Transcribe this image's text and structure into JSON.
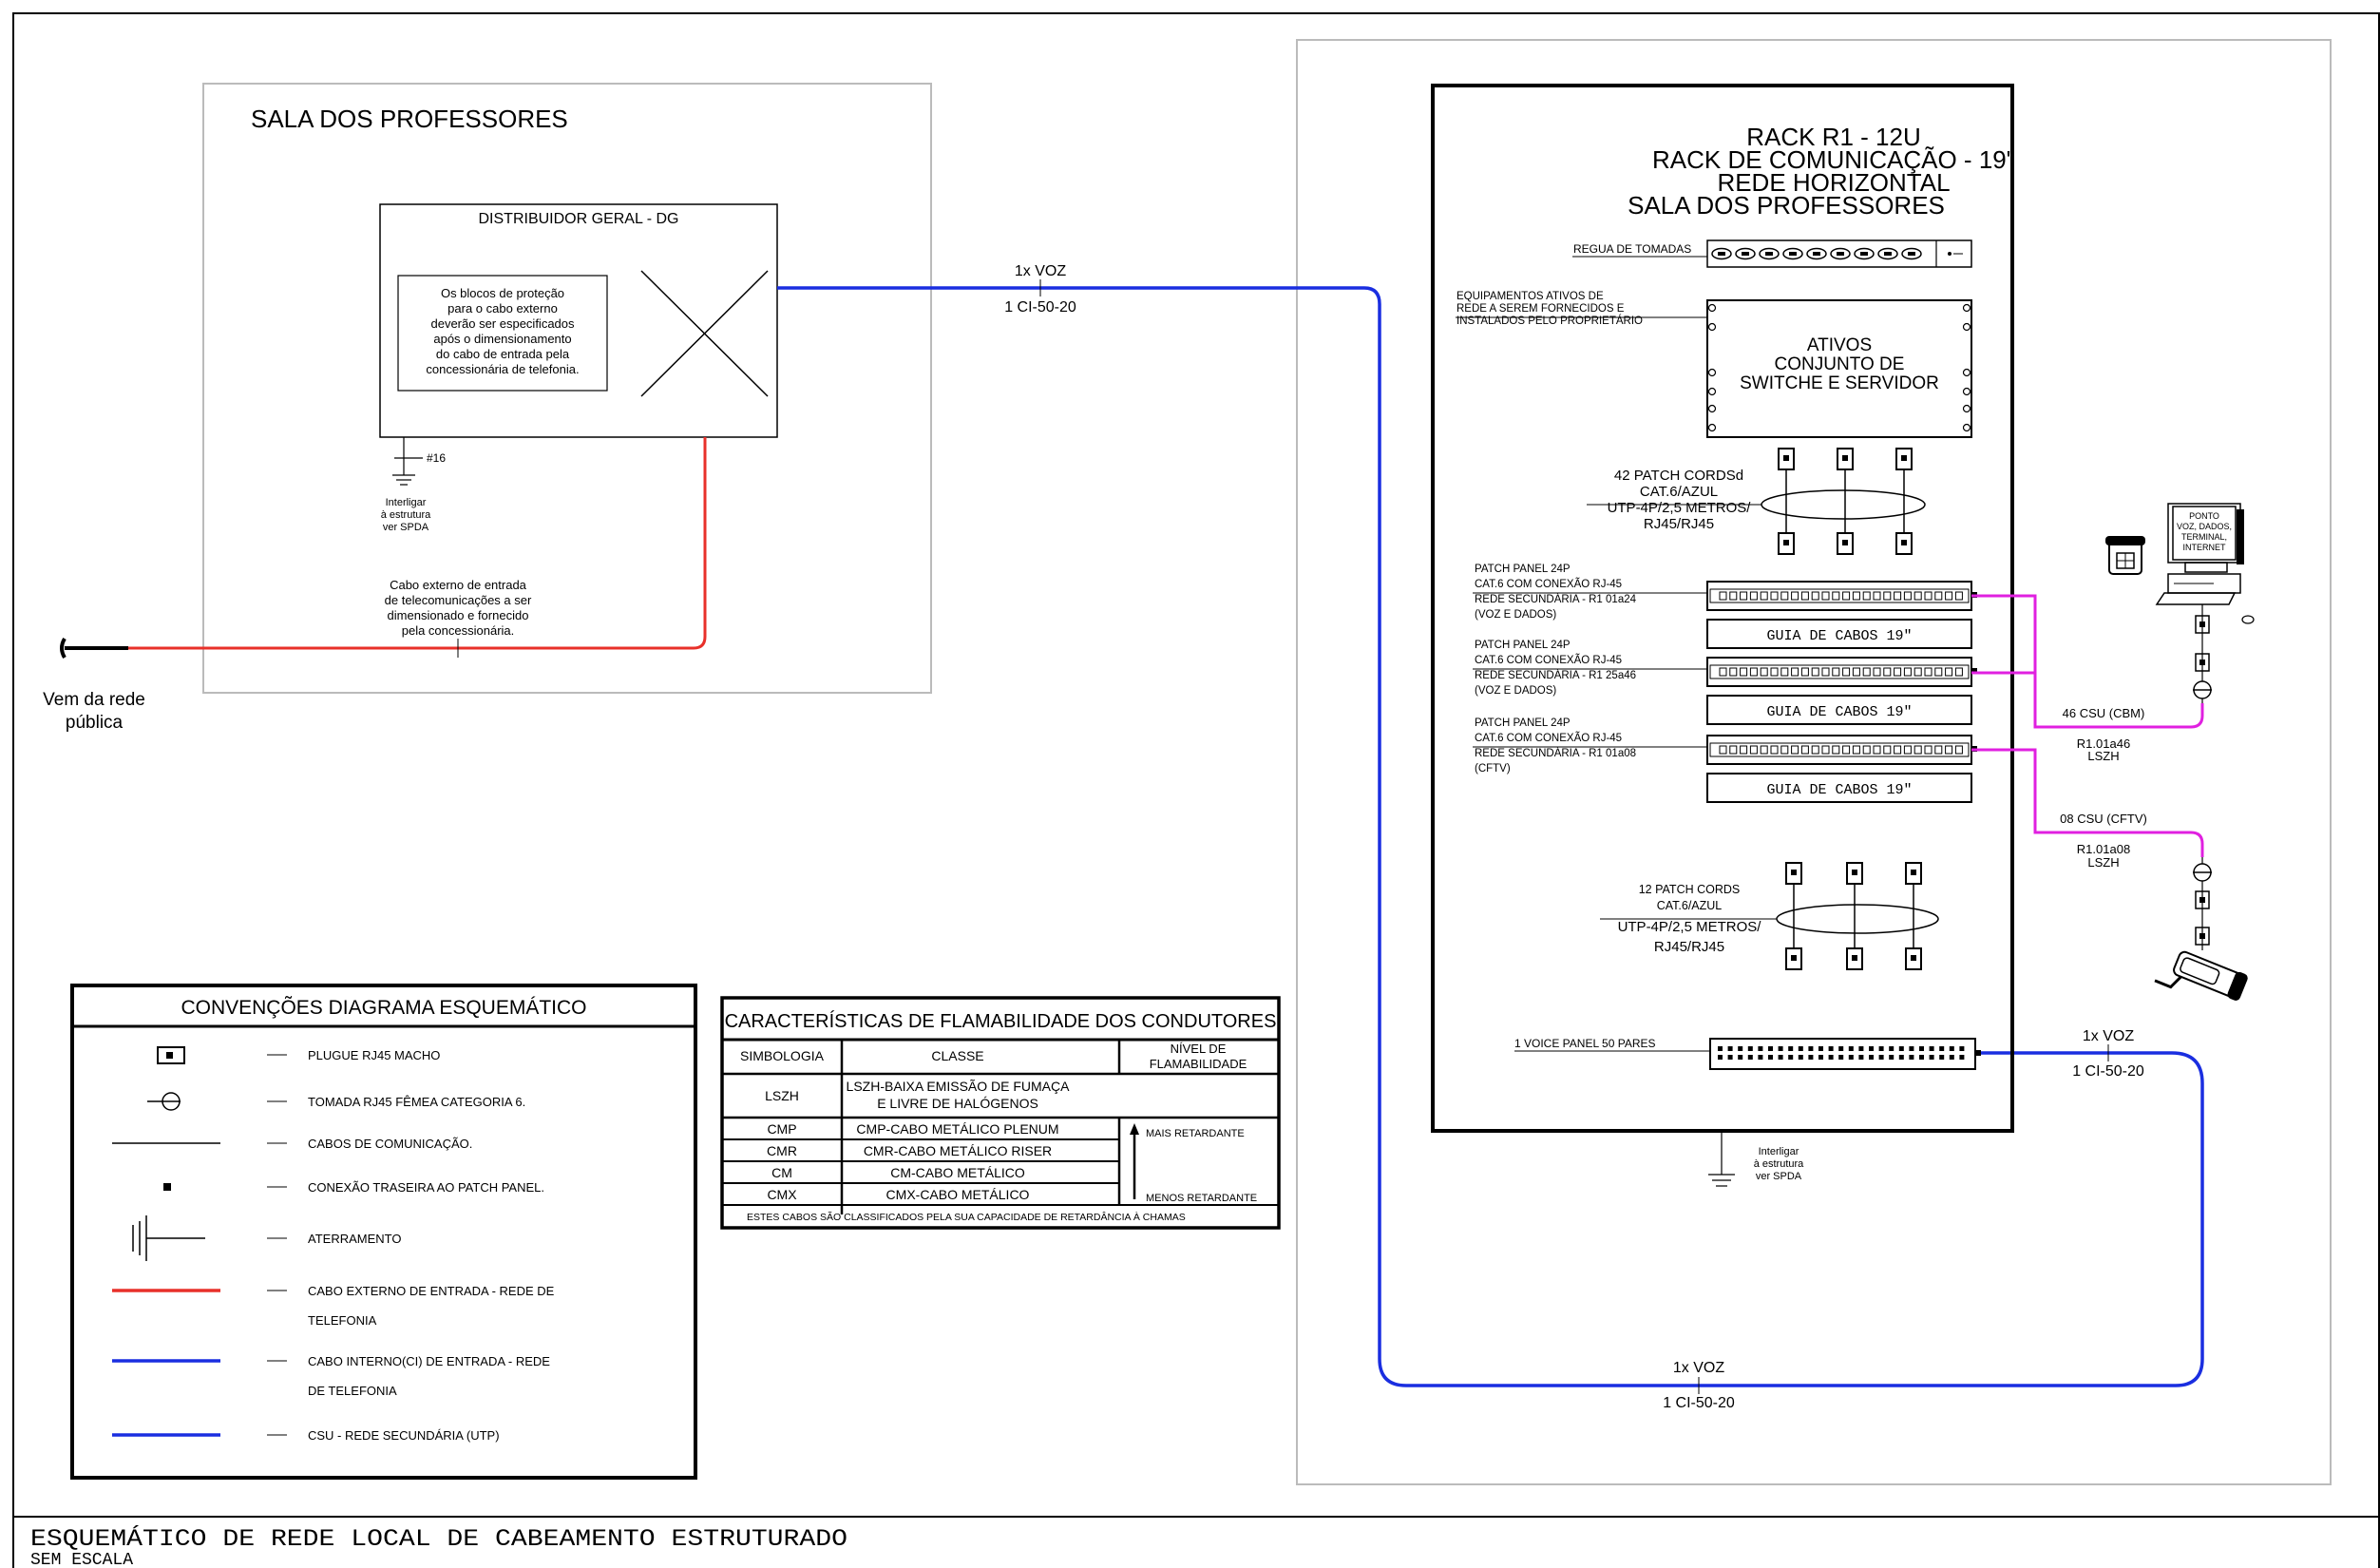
{
  "footer": {
    "title": "ESQUEMÁTICO DE REDE LOCAL DE CABEAMENTO ESTRUTURADO",
    "scale": "SEM ESCALA"
  },
  "room": {
    "title": "SALA DOS PROFESSORES",
    "dg_title": "DISTRIBUIDOR GERAL - DG",
    "note_lines": [
      "Os blocos de proteção",
      "para o cabo externo",
      "deverão ser especificados",
      "após o dimensionamento",
      "do cabo de entrada pela",
      "concessionária de telefonia."
    ],
    "ground_gauge": "#16",
    "ground_lines": [
      "Interligar",
      "à estrutura",
      "ver SPDA"
    ],
    "ext_cable_lines": [
      "Cabo externo de entrada",
      "de telecomunicações a ser",
      "dimensionado e fornecido",
      "pela concessionária."
    ],
    "public_net_lines": [
      "Vem da rede",
      "pública"
    ]
  },
  "cables": {
    "top_label": "1x VOZ",
    "top_spec": "1 CI-50-20",
    "bottom_label": "1x VOZ",
    "bottom_spec": "1 CI-50-20",
    "right_label": "1x VOZ",
    "right_spec": "1 CI-50-20",
    "csu_data_lines": [
      "46 CSU (CBM)",
      "R1.01a46",
      "LSZH"
    ],
    "csu_cftv_lines": [
      "08 CSU (CFTV)",
      "R1.01a08",
      "LSZH"
    ]
  },
  "rack": {
    "title_lines": [
      "RACK R1 - 12U",
      "RACK DE COMUNICAÇÃO - 19\"",
      "REDE HORIZONTAL",
      "SALA DOS PROFESSORES"
    ],
    "power_strip": "REGUA DE TOMADAS",
    "active_note_lines": [
      "EQUIPAMENTOS ATIVOS DE",
      "REDE A SEREM FORNECIDOS E",
      "INSTALADOS PELO PROPRIETÁRIO"
    ],
    "active_box_lines": [
      "ATIVOS",
      "CONJUNTO DE",
      "SWITCHE E SERVIDOR"
    ],
    "patchcords1_lines": [
      "42 PATCH CORDSd",
      "CAT.6/AZUL",
      "UTP-4P/2,5 METROS/",
      "RJ45/RJ45"
    ],
    "panels": [
      {
        "lines": [
          "PATCH PANEL 24P",
          "CAT.6 COM CONEXÃO RJ-45",
          "REDE SECUNDÁRIA - R1 01a24",
          "(VOZ E DADOS)"
        ]
      },
      {
        "lines": [
          "PATCH PANEL 24P",
          "CAT.6 COM CONEXÃO RJ-45",
          "REDE SECUNDÁRIA - R1 25a46",
          "(VOZ E DADOS)"
        ]
      },
      {
        "lines": [
          "PATCH PANEL 24P",
          "CAT.6 COM CONEXÃO RJ-45",
          "REDE SECUNDÁRIA - R1 01a08",
          "(CFTV)"
        ]
      }
    ],
    "cable_guide": "GUIA DE CABOS 19\"",
    "patchcords2_lines": [
      "12 PATCH CORDS",
      "CAT.6/AZUL",
      "UTP-4P/2,5 METROS/",
      "RJ45/RJ45"
    ],
    "voice_panel": "1 VOICE PANEL 50 PARES",
    "ground_lines": [
      "Interligar",
      "à estrutura",
      "ver SPDA"
    ],
    "workstation_lines": [
      "PONTO",
      "VOZ, DADOS,",
      "TERMINAL,",
      "INTERNET"
    ]
  },
  "legend": {
    "title": "CONVENÇÕES DIAGRAMA ESQUEMÁTICO",
    "items": [
      {
        "text": "PLUGUE RJ45 MACHO",
        "icon": "rj45-plug-icon"
      },
      {
        "text": "TOMADA RJ45 FÊMEA CATEGORIA 6.",
        "icon": "rj45-socket-icon"
      },
      {
        "text": "CABOS DE COMUNICAÇÃO.",
        "icon": "cable-line-icon"
      },
      {
        "text": "CONEXÃO TRASEIRA AO PATCH PANEL.",
        "icon": "rear-connection-icon"
      },
      {
        "text": "ATERRAMENTO",
        "icon": "ground-icon"
      },
      {
        "text": "CABO EXTERNO DE ENTRADA - REDE DE",
        "text2": "TELEFONIA",
        "icon": "red-line-icon",
        "color": "#e8302a"
      },
      {
        "text": "CABO INTERNO(CI) DE ENTRADA - REDE",
        "text2": "DE TELEFONIA",
        "icon": "blue-line-icon",
        "color": "#1a2ee0"
      },
      {
        "text": "CSU - REDE SECUNDÁRIA (UTP)",
        "icon": "blue-line-icon",
        "color": "#1a2ee0"
      }
    ]
  },
  "flame_table": {
    "title": "CARACTERÍSTICAS DE FLAMABILIDADE DOS CONDUTORES",
    "headers": [
      "SIMBOLOGIA",
      "CLASSE",
      "NÍVEL DE",
      "FLAMABILIDADE"
    ],
    "lszh": {
      "symbol": "LSZH",
      "class_lines": [
        "LSZH-BAIXA EMISSÃO DE FUMAÇA",
        "E LIVRE DE HALÓGENOS"
      ]
    },
    "rows": [
      {
        "symbol": "CMP",
        "class": "CMP-CABO METÁLICO PLENUM"
      },
      {
        "symbol": "CMR",
        "class": "CMR-CABO METÁLICO RISER"
      },
      {
        "symbol": "CM",
        "class": "CM-CABO METÁLICO"
      },
      {
        "symbol": "CMX",
        "class": "CMX-CABO METÁLICO"
      }
    ],
    "more": "MAIS RETARDANTE",
    "less": "MENOS RETARDANTE",
    "footnote": "ESTES CABOS SÃO CLASSIFICADOS PELA SUA CAPACIDADE DE RETARDÂNCIA À CHAMAS"
  },
  "colors": {
    "red": "#e8302a",
    "blue": "#1a2ee0",
    "magenta": "#e020e0"
  }
}
